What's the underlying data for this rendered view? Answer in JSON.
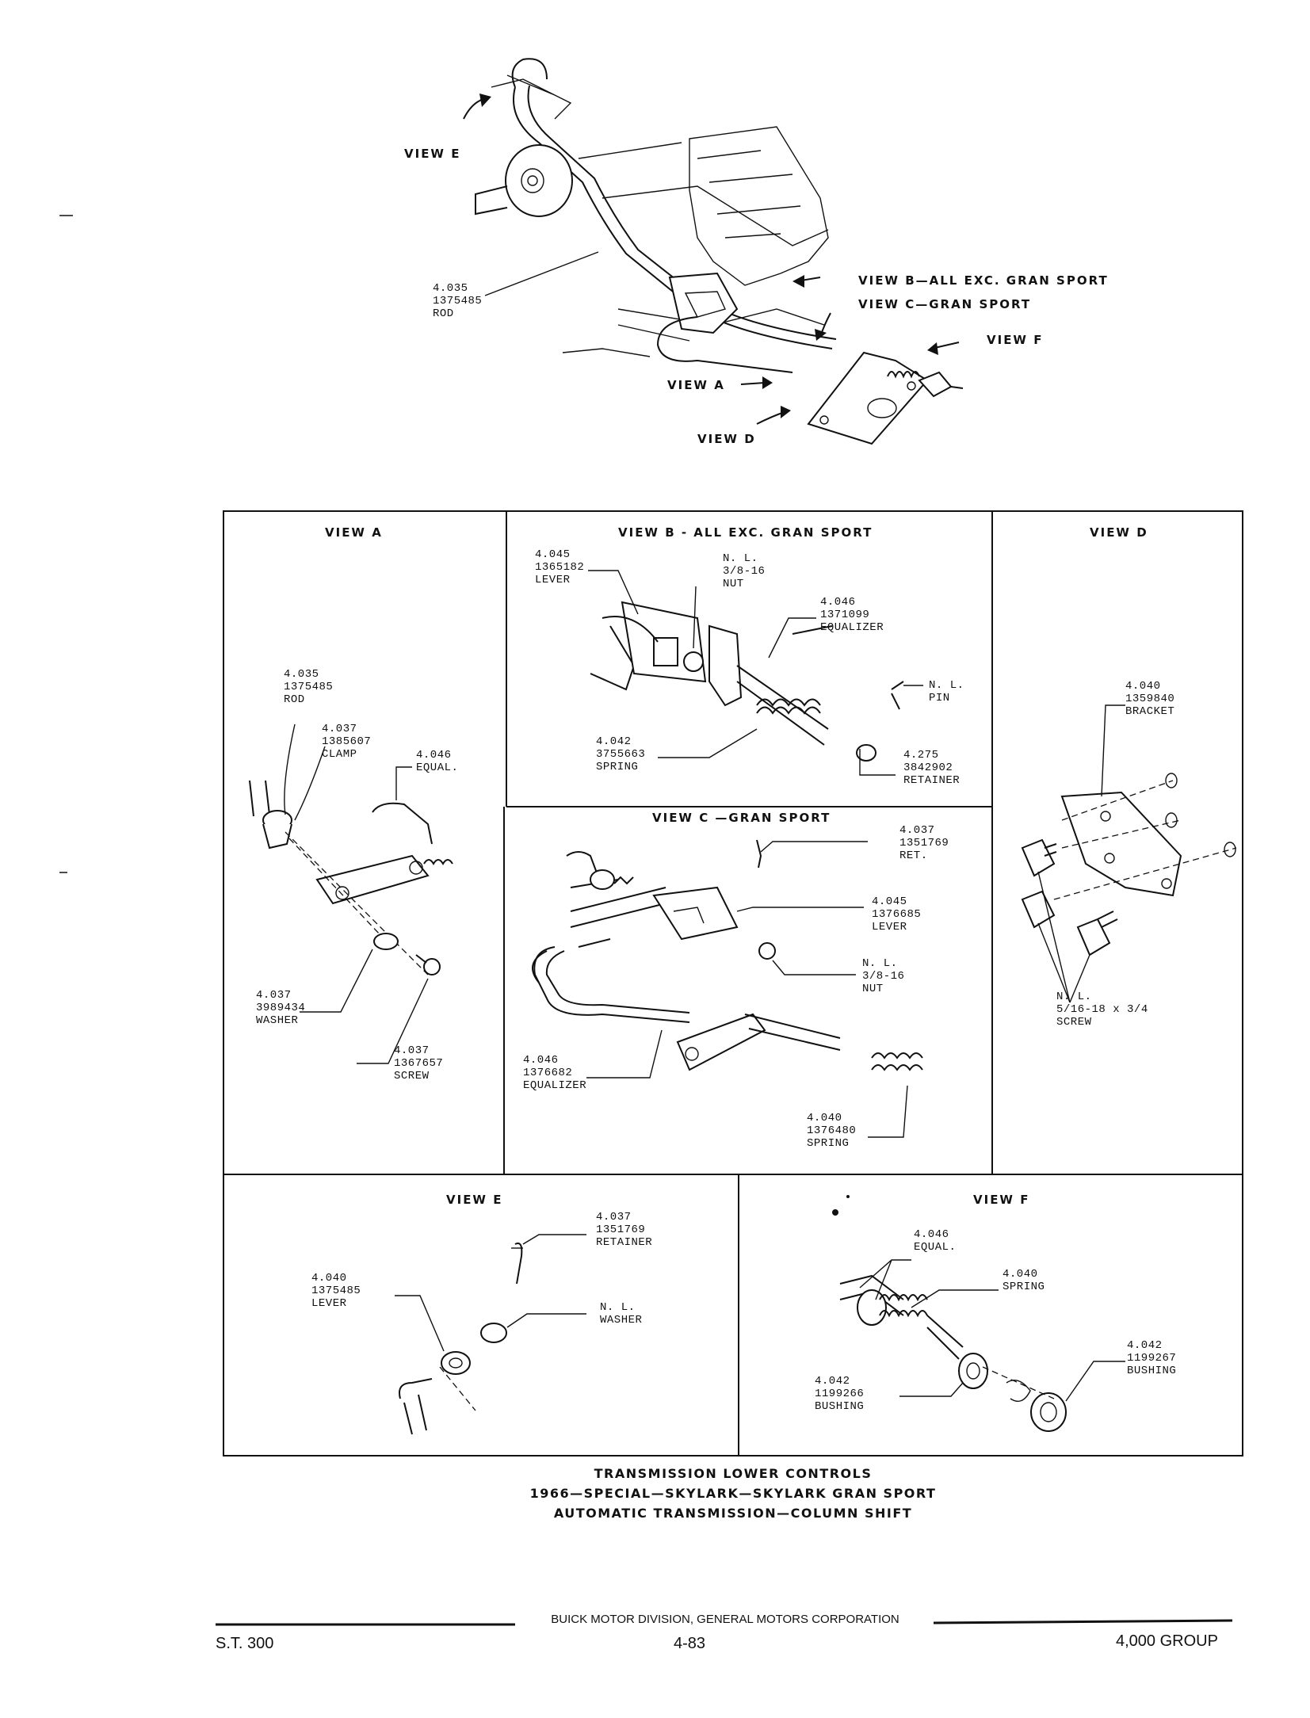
{
  "overview": {
    "view_e": "VIEW E",
    "view_b": "VIEW B—ALL EXC. GRAN SPORT",
    "view_c": "VIEW C—GRAN SPORT",
    "view_f": "VIEW F",
    "view_a": "VIEW A",
    "view_d": "VIEW D",
    "rod_label": "4.035\n1375485\nROD"
  },
  "view_a": {
    "title": "VIEW A",
    "rod": "4.035\n1375485\nROD",
    "clamp": "4.037\n1385607\nCLAMP",
    "equal": "4.046\nEQUAL.",
    "washer": "4.037\n3989434\nWASHER",
    "screw": "4.037\n1367657\nSCREW"
  },
  "view_b": {
    "title": "VIEW B - ALL EXC. GRAN SPORT",
    "lever": "4.045\n1365182\nLEVER",
    "nut": "N. L.\n3/8-16\nNUT",
    "equalizer": "4.046\n1371099\nEQUALIZER",
    "pin": "N. L.\nPIN",
    "spring": "4.042\n3755663\nSPRING",
    "retainer": "4.275\n3842902\nRETAINER"
  },
  "view_c": {
    "title": "VIEW C  —GRAN SPORT",
    "ret": "4.037\n1351769\nRET.",
    "lever": "4.045\n1376685\nLEVER",
    "nut": "N. L.\n3/8-16\nNUT",
    "equalizer": "4.046\n1376682\nEQUALIZER",
    "spring": "4.040\n1376480\nSPRING"
  },
  "view_d": {
    "title": "VIEW D",
    "bracket": "4.040\n1359840\nBRACKET",
    "screw": "N. L.\n5/16-18 x 3/4\nSCREW"
  },
  "view_e": {
    "title": "VIEW E",
    "retainer": "4.037\n1351769\nRETAINER",
    "lever": "4.040\n1375485\nLEVER",
    "washer": "N. L.\nWASHER"
  },
  "view_f": {
    "title": "VIEW F",
    "equal": "4.046\nEQUAL.",
    "spring": "4.040\nSPRING",
    "bushing_right": "4.042\n1199267\nBUSHING",
    "bushing_left": "4.042\n1199266\nBUSHING"
  },
  "caption": {
    "line1": "TRANSMISSION LOWER CONTROLS",
    "line2": "1966—SPECIAL—SKYLARK—SKYLARK GRAN SPORT",
    "line3": "AUTOMATIC TRANSMISSION—COLUMN SHIFT"
  },
  "footer": {
    "division": "BUICK MOTOR DIVISION, GENERAL MOTORS CORPORATION",
    "left": "S.T. 300",
    "center": "4-83",
    "right": "4,000 GROUP"
  }
}
